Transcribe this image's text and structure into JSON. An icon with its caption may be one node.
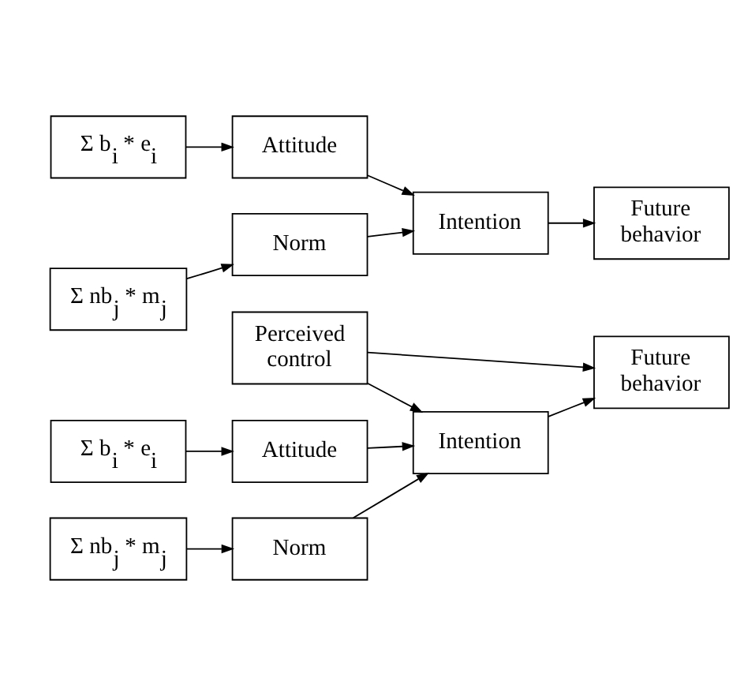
{
  "diagram": {
    "nodes": [
      {
        "text": [
          "Σ nb$_{j}$ * m$_{j}$"
        ]
      },
      {
        "text": [
          "Norm"
        ]
      },
      {
        "text": [
          "Intention"
        ]
      },
      {
        "text": [
          "Future behavior"
        ]
      },
      {
        "text": [
          "Σ b$_{i}$ * e$_{i}$"
        ]
      },
      {
        "text": [
          "Attitude"
        ]
      },
      {
        "text": [
          "Σ nb$_{j}$ * m$_{j}$"
        ]
      },
      {
        "text": [
          "Norm"
        ]
      },
      {
        "text": [
          "Σ b$_{i}$ * e$_{i}$"
        ]
      },
      {
        "text": [
          "Attitude"
        ]
      },
      {
        "text": [
          "Intention"
        ]
      },
      {
        "text": [
          "Future behavior"
        ]
      },
      {
        "text": [
          "Perceived control"
        ]
      }
    ],
    "edges": [
      {
        "from": 0,
        "to": 1,
        "arrow": "to"
      },
      {
        "from": 1,
        "to": 2,
        "arrow": "to"
      },
      {
        "from": 2,
        "to": 3,
        "arrow": "to"
      },
      {
        "from": 4,
        "to": 5,
        "arrow": "to"
      },
      {
        "from": 5,
        "to": 2,
        "arrow": "to"
      },
      {
        "from": 6,
        "to": 7,
        "arrow": "to"
      },
      {
        "from": 7,
        "to": 10,
        "arrow": "to"
      },
      {
        "from": 8,
        "to": 9,
        "arrow": "to"
      },
      {
        "from": 9,
        "to": 10,
        "arrow": "to"
      },
      {
        "from": 10,
        "to": 11,
        "arrow": "to"
      },
      {
        "from": 12,
        "to": 10,
        "arrow": "to"
      },
      {
        "from": 12,
        "to": 11,
        "arrow": "to"
      }
    ]
  }
}
